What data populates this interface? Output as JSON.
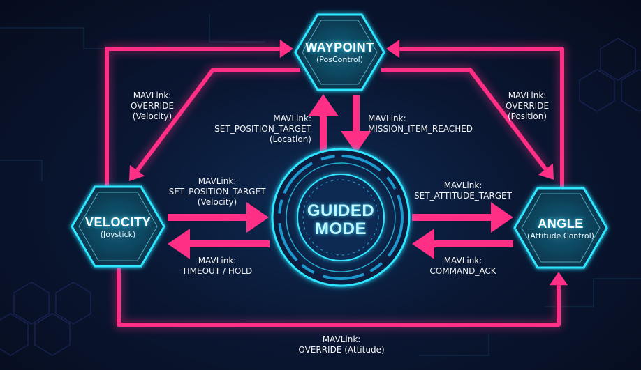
{
  "nodes": {
    "waypoint": {
      "title": "WAYPOINT",
      "subtitle": "(PosControl)"
    },
    "velocity": {
      "title": "VELOCITY",
      "subtitle": "(Joystick)"
    },
    "angle": {
      "title": "ANGLE",
      "subtitle": "(Attitude Control)"
    },
    "guided": {
      "title_line1": "GUIDED",
      "title_line2": "MODE"
    }
  },
  "edges": {
    "velocity_to_waypoint": [
      "MAVLink:",
      "OVERRIDE",
      "(Velocity)"
    ],
    "angle_to_waypoint": [
      "MAVLink:",
      "OVERRIDE",
      "(Position)"
    ],
    "guided_to_waypoint": [
      "MAVLink:",
      "SET_POSITION_TARGET",
      "(Location)"
    ],
    "waypoint_to_guided": [
      "MAVLink:",
      "MISSION_ITEM_REACHED"
    ],
    "velocity_to_guided": [
      "MAVLink:",
      "SET_POSITION_TARGET",
      "(Velocity)"
    ],
    "guided_to_velocity": [
      "MAVLink:",
      "TIMEOUT / HOLD"
    ],
    "guided_to_angle": [
      "MAVLink:",
      "SET_ATTITUDE_TARGET"
    ],
    "angle_to_guided": [
      "MAVLink:",
      "COMMAND_ACK"
    ],
    "velocity_to_angle": [
      "MAVLink:",
      "OVERRIDE (Attitude)"
    ]
  },
  "colors": {
    "arrow": "#ff2f86",
    "node_glow": "#2ee6ff",
    "node_fill": "#0b3c55",
    "background": "#0a1733"
  }
}
